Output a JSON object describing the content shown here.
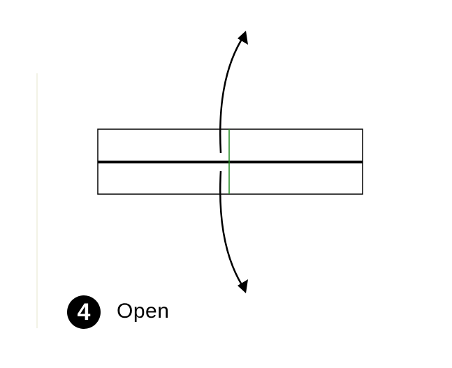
{
  "step": {
    "number": "4",
    "label": "Open"
  },
  "colors": {
    "outline": "#000000",
    "center_fold": "#000000",
    "vertical_crease": "#1f8a1f",
    "guide_line": "#f2f2e6"
  },
  "icons": {
    "open_arrow": "double-headed-curved-arrow"
  }
}
